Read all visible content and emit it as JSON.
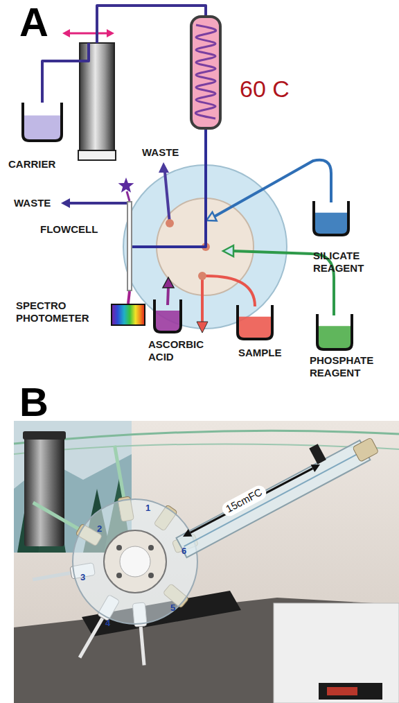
{
  "diagram": {
    "nodes": [
      {
        "text": [
          "CARRIER"
        ]
      },
      {
        "text": [
          "60 C"
        ]
      },
      {
        "text": [
          "FLOWCELL"
        ]
      },
      {
        "text": [
          "SPECTRO PHOTOMETER"
        ]
      },
      {
        "text": [
          "ASCORBIC ACID"
        ]
      },
      {
        "text": [
          "SAMPLE"
        ]
      },
      {
        "text": [
          "PHOSPHATE REAGENT"
        ]
      },
      {
        "text": [
          "SILICATE REAGENT"
        ]
      }
    ],
    "edges": [
      {
        "from": 0,
        "to": 1,
        "arrow": "none"
      },
      {
        "from": 1,
        "to": 2,
        "arrow": "none"
      },
      {
        "from": 2,
        "to": 3,
        "arrow": "none"
      }
    ],
    "labels": [
      "A",
      "WASTE",
      "WASTE",
      "B",
      "15cmFC",
      "1",
      "2",
      "3",
      "4",
      "5",
      "6"
    ]
  }
}
